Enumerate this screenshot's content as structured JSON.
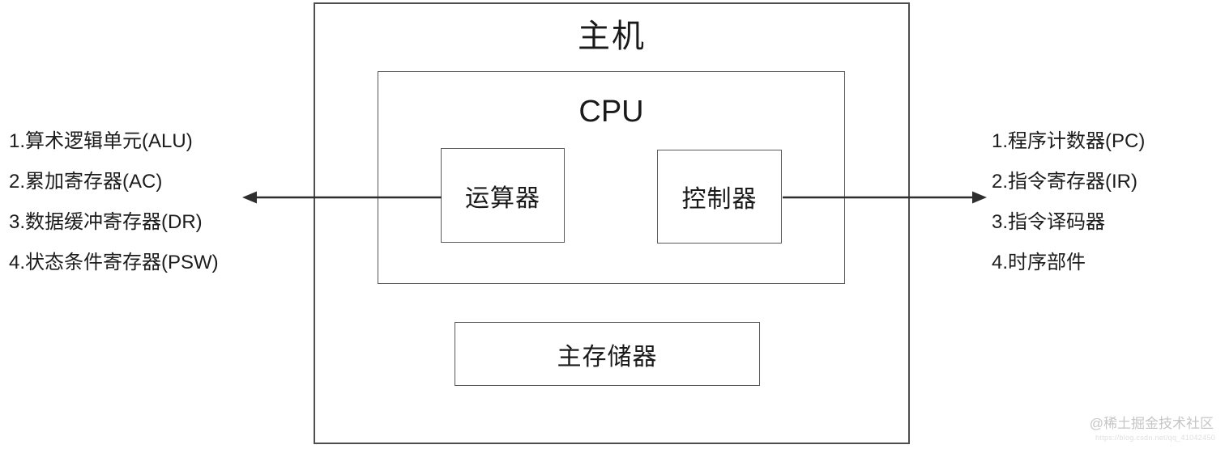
{
  "diagram": {
    "host_label": "主机",
    "cpu_label": "CPU",
    "alu_label": "运算器",
    "controller_label": "控制器",
    "memory_label": "主存储器"
  },
  "left_list": {
    "items": [
      "1.算术逻辑单元(ALU)",
      "2.累加寄存器(AC)",
      "3.数据缓冲寄存器(DR)",
      "4.状态条件寄存器(PSW)"
    ]
  },
  "right_list": {
    "items": [
      "1.程序计数器(PC)",
      "2.指令寄存器(IR)",
      "3.指令译码器",
      "4.时序部件"
    ]
  },
  "watermark": {
    "community": "@稀土掘金技术社区",
    "url": "https://blog.csdn.net/qq_41042450"
  },
  "colors": {
    "line": "#2e2e2e",
    "border": "#4e4e4e",
    "text": "#1f1f1f",
    "watermark": "#c6c6c6"
  }
}
